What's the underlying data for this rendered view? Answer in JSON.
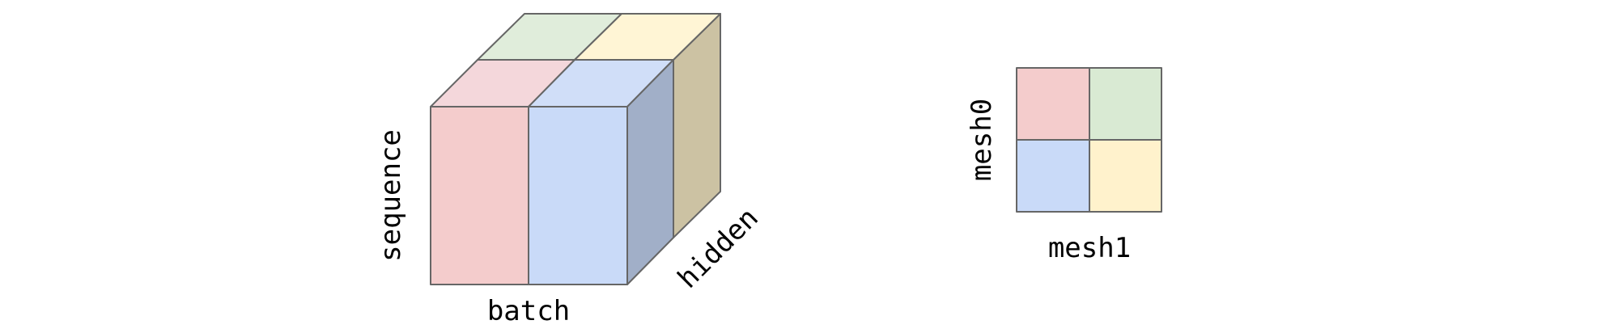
{
  "tensor": {
    "labels": {
      "batch": "batch",
      "sequence": "sequence",
      "hidden": "hidden"
    }
  },
  "mesh": {
    "labels": {
      "mesh0": "mesh0",
      "mesh1": "mesh1"
    }
  },
  "colors": {
    "red": "#F4CCCC",
    "red_light": "#F4D7DB",
    "blue": "#C9DAF8",
    "blue_light": "#D0DEF8",
    "blue_side": "#A1AFC8",
    "green": "#D9EAD3",
    "green_light": "#E0EDDB",
    "yellow": "#FFF2CC",
    "yellow_light": "#FFF5D5",
    "olive_side": "#CCC2A3",
    "stroke": "#666666"
  }
}
